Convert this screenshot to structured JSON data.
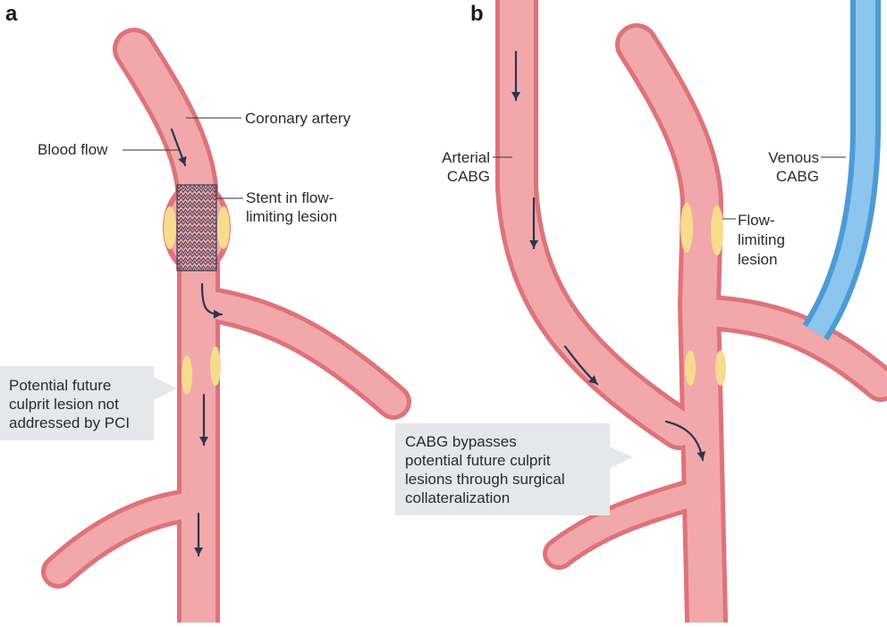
{
  "panels": {
    "a": {
      "letter": "a",
      "labels": {
        "coronary_artery": "Coronary artery",
        "blood_flow": "Blood flow",
        "stent_line1": "Stent in flow-",
        "stent_line2": "limiting lesion"
      },
      "callout": {
        "line1": "Potential future",
        "line2": "culprit lesion not",
        "line3": "addressed by PCI"
      }
    },
    "b": {
      "letter": "b",
      "labels": {
        "arterial_line1": "Arterial",
        "arterial_line2": "CABG",
        "venous_line1": "Venous",
        "venous_line2": "CABG",
        "flow_line1": "Flow-",
        "flow_line2": "limiting",
        "flow_line3": "lesion"
      },
      "callout": {
        "line1": "CABG bypasses",
        "line2": "potential future culprit",
        "line3": "lesions through surgical",
        "line4": "collateralization"
      }
    }
  },
  "colors": {
    "vessel_wall": "#e0727a",
    "vessel_lumen": "#f2a8aa",
    "vessel_highlight": "#f7c5c5",
    "plaque": "#f7dc8c",
    "vein_wall": "#4c9bd6",
    "vein_lumen": "#8cc6ee",
    "arrow": "#2c3452",
    "leader_line": "#333333",
    "callout_bg": "#e5e7ea",
    "stent": "#3a3f57"
  }
}
